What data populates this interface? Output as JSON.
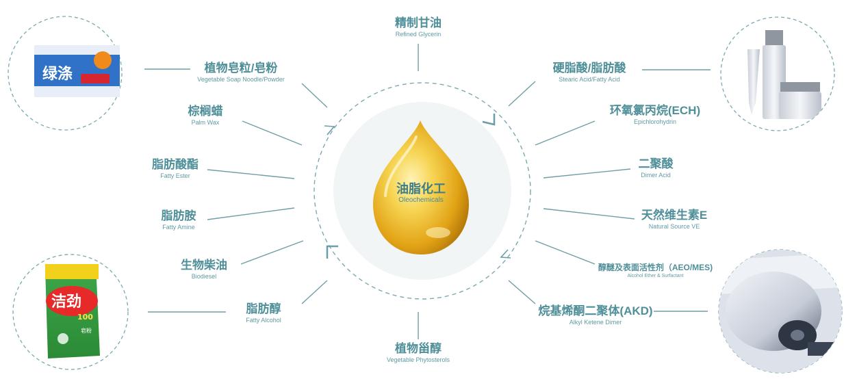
{
  "center": {
    "zh": "油脂化工",
    "en": "Oleochemicals"
  },
  "products": {
    "refined_glycerin": {
      "zh": "精制甘油",
      "en": "Refined Glycerin"
    },
    "soap_noodle": {
      "zh": "植物皂粒/皂粉",
      "en": "Vegetable Soap Noodle/Powder"
    },
    "palm_wax": {
      "zh": "棕榈蜡",
      "en": "Palm Wax"
    },
    "fatty_ester": {
      "zh": "脂肪酸酯",
      "en": "Fatty Ester"
    },
    "fatty_amine": {
      "zh": "脂肪胺",
      "en": "Fatty Amine"
    },
    "biodiesel": {
      "zh": "生物柴油",
      "en": "Biodiesel"
    },
    "fatty_alcohol": {
      "zh": "脂肪醇",
      "en": "Fatty Alcohol"
    },
    "phytosterols": {
      "zh": "植物甾醇",
      "en": "Vegetable Phytosterols"
    },
    "stearic_acid": {
      "zh": "硬脂酸/脂肪酸",
      "en": "Stearic Acid/Fatty Acid"
    },
    "ech": {
      "zh": "环氧氯丙烷(ECH)",
      "en": "Epichlorohydrin"
    },
    "dimer_acid": {
      "zh": "二聚酸",
      "en": "Dimer Acid"
    },
    "natural_ve": {
      "zh": "天然维生素E",
      "en": "Natural Source VE"
    },
    "aeo": {
      "zh": "醇醚及表面活性剂（AEO/MES)",
      "en": "Alcohol Ether & Surfactant"
    },
    "akd": {
      "zh": "烷基烯酮二聚体(AKD)",
      "en": "Alkyl Ketene Dimer"
    }
  },
  "pictures": {
    "soap_package": {
      "brand": "绿涤"
    },
    "detergent_bag": {
      "brand": "洁劲",
      "number": "100",
      "sub": "皂粉"
    }
  },
  "colors": {
    "accent": "#4f8f99",
    "line": "#7aa9b0",
    "drop": "#e8b320",
    "drop_light": "#fbe58a"
  }
}
